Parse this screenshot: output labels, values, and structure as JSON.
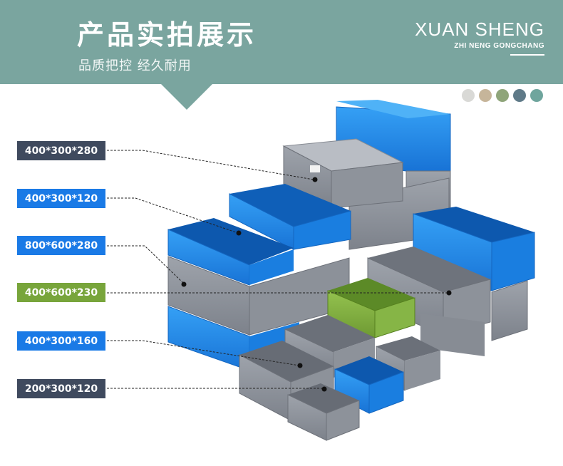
{
  "header": {
    "title": "产品实拍展示",
    "subtitle": "品质把控  经久耐用",
    "brand_name": "XUAN SHENG",
    "brand_sub": "ZHI NENG GONGCHANG",
    "background": "#7aa59f"
  },
  "swatches": [
    "#d9d9d6",
    "#c6b59a",
    "#8fa57a",
    "#5f7a88",
    "#6fa59d"
  ],
  "labels": [
    {
      "text": "400*300*280",
      "color": "#3f4a5e"
    },
    {
      "text": "400*300*120",
      "color": "#1a7ae6"
    },
    {
      "text": "800*600*280",
      "color": "#1a7ae6"
    },
    {
      "text": "400*600*230",
      "color": "#78a53b"
    },
    {
      "text": "400*300*160",
      "color": "#1a7ae6"
    },
    {
      "text": "200*300*120",
      "color": "#3f4a5e"
    }
  ],
  "colors": {
    "blue_crate": "#1e88e8",
    "grey_crate": "#8a8e96",
    "green_crate": "#7fab3e"
  }
}
